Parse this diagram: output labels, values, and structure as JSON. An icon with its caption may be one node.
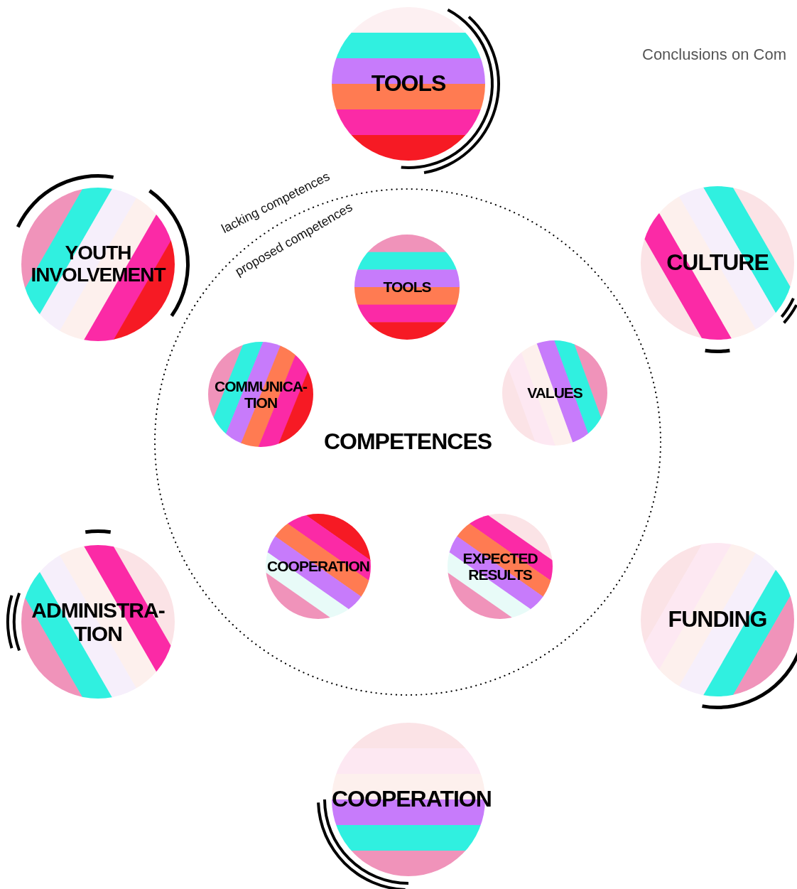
{
  "diagram": {
    "nodes": [
      {
        "text": [
          "TOOLS"
        ]
      },
      {
        "text": [
          "YOUTH INVOLVEMENT"
        ]
      },
      {
        "text": [
          "CULTURE"
        ]
      },
      {
        "text": [
          "COMPETENCES"
        ]
      },
      {
        "text": [
          "TOOLS"
        ],
        "in": 3
      },
      {
        "text": [
          "COMMUNICA- TION"
        ],
        "in": 3
      },
      {
        "text": [
          "VALUES"
        ],
        "in": 3
      },
      {
        "text": [
          "COOPERATION"
        ],
        "in": 3
      },
      {
        "text": [
          "EXPECTED RESULTS"
        ],
        "in": 3
      },
      {
        "text": [
          "ADMINISTRA- TION"
        ]
      },
      {
        "text": [
          "FUNDING"
        ]
      },
      {
        "text": [
          "COOPERATION"
        ]
      }
    ],
    "edges": [],
    "labels": [
      "Conclusions on Com",
      "lacking competences",
      "proposed competences"
    ]
  }
}
